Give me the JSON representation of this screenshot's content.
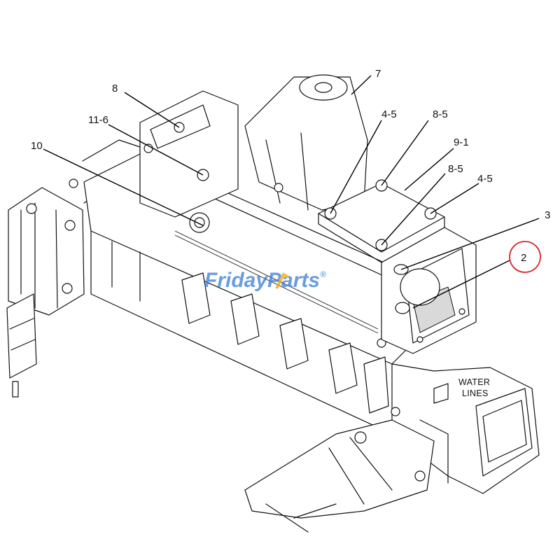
{
  "diagram": {
    "callouts": {
      "c7": "7",
      "c8": "8",
      "c11_6": "11-6",
      "c10": "10",
      "c4_5_top": "4-5",
      "c8_5_top": "8-5",
      "c9_1": "9-1",
      "c8_5_mid": "8-5",
      "c4_5_right": "4-5",
      "c3": "3",
      "c2": "2"
    },
    "zone_label": {
      "line1": "WATER",
      "line2": "LINES"
    },
    "highlight": {
      "circled_callout": "2",
      "circle_color": "#d62828"
    }
  },
  "watermark": {
    "part1": "Friday",
    "part2": "Parts",
    "mark": "®",
    "color_primary": "#3a7bd5",
    "color_accent": "#f4a300"
  }
}
